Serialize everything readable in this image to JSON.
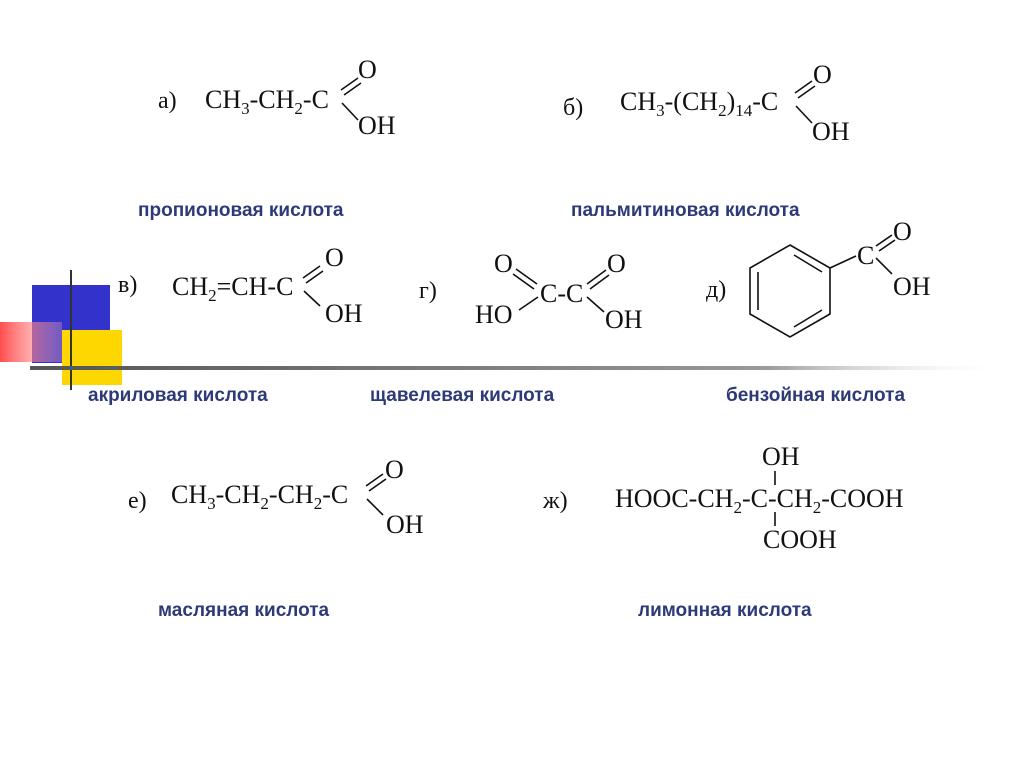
{
  "compounds": {
    "a": {
      "letter": "а)",
      "chain_parts": [
        "CH",
        "3",
        "-CH",
        "2",
        "-C"
      ],
      "o": "O",
      "oh": "OH",
      "caption": "пропионовая  кислота"
    },
    "b": {
      "letter": "б)",
      "chain_parts": [
        "CH",
        "3",
        "-(CH",
        "2",
        ")",
        "14",
        "-C"
      ],
      "o": "O",
      "oh": "OH",
      "caption": "пальмитиновая  кислота"
    },
    "v": {
      "letter": "в)",
      "chain_parts": [
        "CH",
        "2",
        "=CH-C"
      ],
      "o": "O",
      "oh": "OH",
      "caption": "акриловая кислота"
    },
    "g": {
      "letter": "г)",
      "o_left": "O",
      "o_right": "O",
      "center": "C-C",
      "ho": "HO",
      "oh": "OH",
      "caption": "щавелевая  кислота"
    },
    "d": {
      "letter": "д)",
      "c": "C",
      "o": "O",
      "oh": "OH",
      "caption": "бензойная кислота"
    },
    "e": {
      "letter": "е)",
      "chain_parts": [
        "CH",
        "3",
        "-CH",
        "2",
        "-CH",
        "2",
        "-C"
      ],
      "o": "O",
      "oh": "OH",
      "caption": "масляная кислота"
    },
    "zh": {
      "letter": "ж)",
      "chain_parts": [
        "HOOC-CH",
        "2",
        "-C-CH",
        "2",
        "-COOH"
      ],
      "top": "OH",
      "bottom": "COOH",
      "caption": "лимонная кислота"
    }
  },
  "decoration": {
    "colors": {
      "blue": "#3333cc",
      "yellow": "#ffd700",
      "red": "#ff4d4d",
      "line": "#555555"
    }
  }
}
